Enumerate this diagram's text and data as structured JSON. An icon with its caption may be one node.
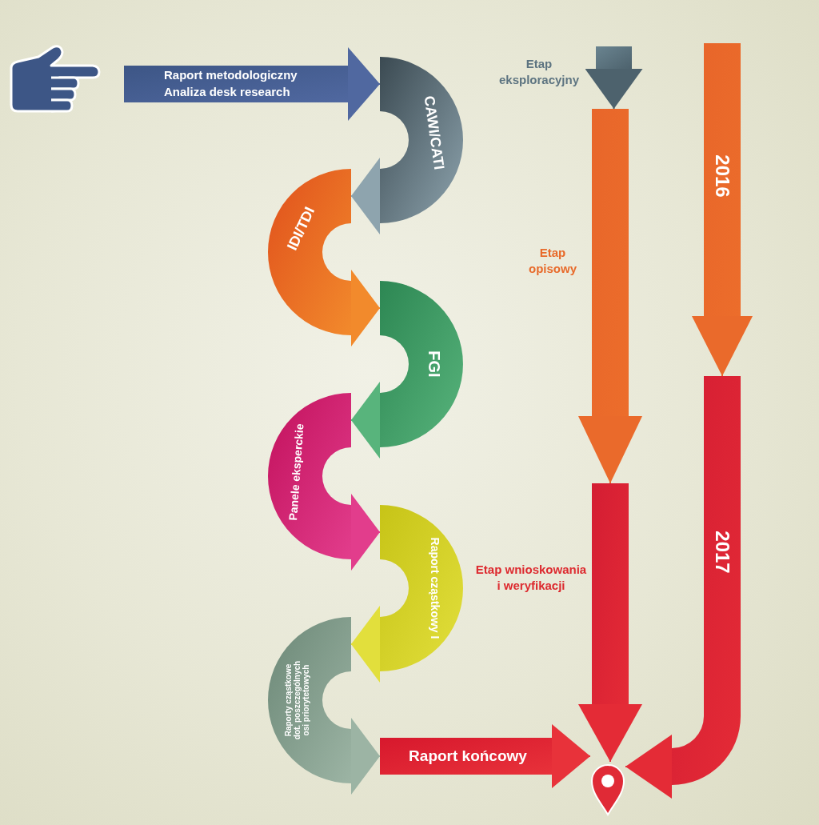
{
  "diagram": {
    "nodes": [
      {
        "text": [
          "Raport metodologiczny",
          "Analiza desk research"
        ]
      },
      {
        "text": [
          "CAWI/CATI"
        ]
      },
      {
        "text": [
          "IDI/TDI"
        ]
      },
      {
        "text": [
          "FGI"
        ]
      },
      {
        "text": [
          "Panele eksperckie"
        ]
      },
      {
        "text": [
          "Raport cząstkowy I"
        ]
      },
      {
        "text": [
          "Raporty cząstkowe dot. poszczególnych osi priorytetowych"
        ]
      },
      {
        "text": [
          "Raport końcowy"
        ]
      },
      {
        "text": [],
        "shape": "arrow",
        "beside": [
          "Etap eksploracyjny"
        ]
      },
      {
        "text": [],
        "shape": "arrow",
        "beside": [
          "Etap opisowy"
        ]
      },
      {
        "text": [],
        "shape": "arrow",
        "beside": [
          "Etap wnioskowania i weryfikacji"
        ]
      },
      {
        "text": [
          "2016"
        ]
      },
      {
        "text": [
          "2017"
        ]
      },
      {
        "text": [],
        "shape": "pin"
      }
    ],
    "edges": [
      {
        "from": 0,
        "to": 1,
        "arrow": "to",
        "color": "#5068a0"
      },
      {
        "from": 1,
        "to": 2,
        "arrow": "to",
        "color": "#8ea4ae"
      },
      {
        "from": 2,
        "to": 3,
        "arrow": "to"
      },
      {
        "from": 3,
        "to": 4,
        "arrow": "to",
        "color": "#58b47c"
      },
      {
        "from": 4,
        "to": 5,
        "arrow": "to",
        "color": "#e23d8c"
      },
      {
        "from": 5,
        "to": 6,
        "arrow": "to",
        "color": "#e2df3c"
      },
      {
        "from": 6,
        "to": 7,
        "arrow": "to",
        "color": "#9cb4a4"
      },
      {
        "from": 7,
        "to": 13,
        "arrow": "to"
      },
      {
        "from": 8,
        "to": 9,
        "arrow": "to",
        "color": "#4d626d"
      },
      {
        "from": 9,
        "to": 10,
        "arrow": "to"
      },
      {
        "from": 10,
        "to": 13,
        "arrow": "to"
      },
      {
        "from": 11,
        "to": 12,
        "arrow": "to"
      },
      {
        "from": 12,
        "to": 13,
        "arrow": "to"
      }
    ]
  }
}
